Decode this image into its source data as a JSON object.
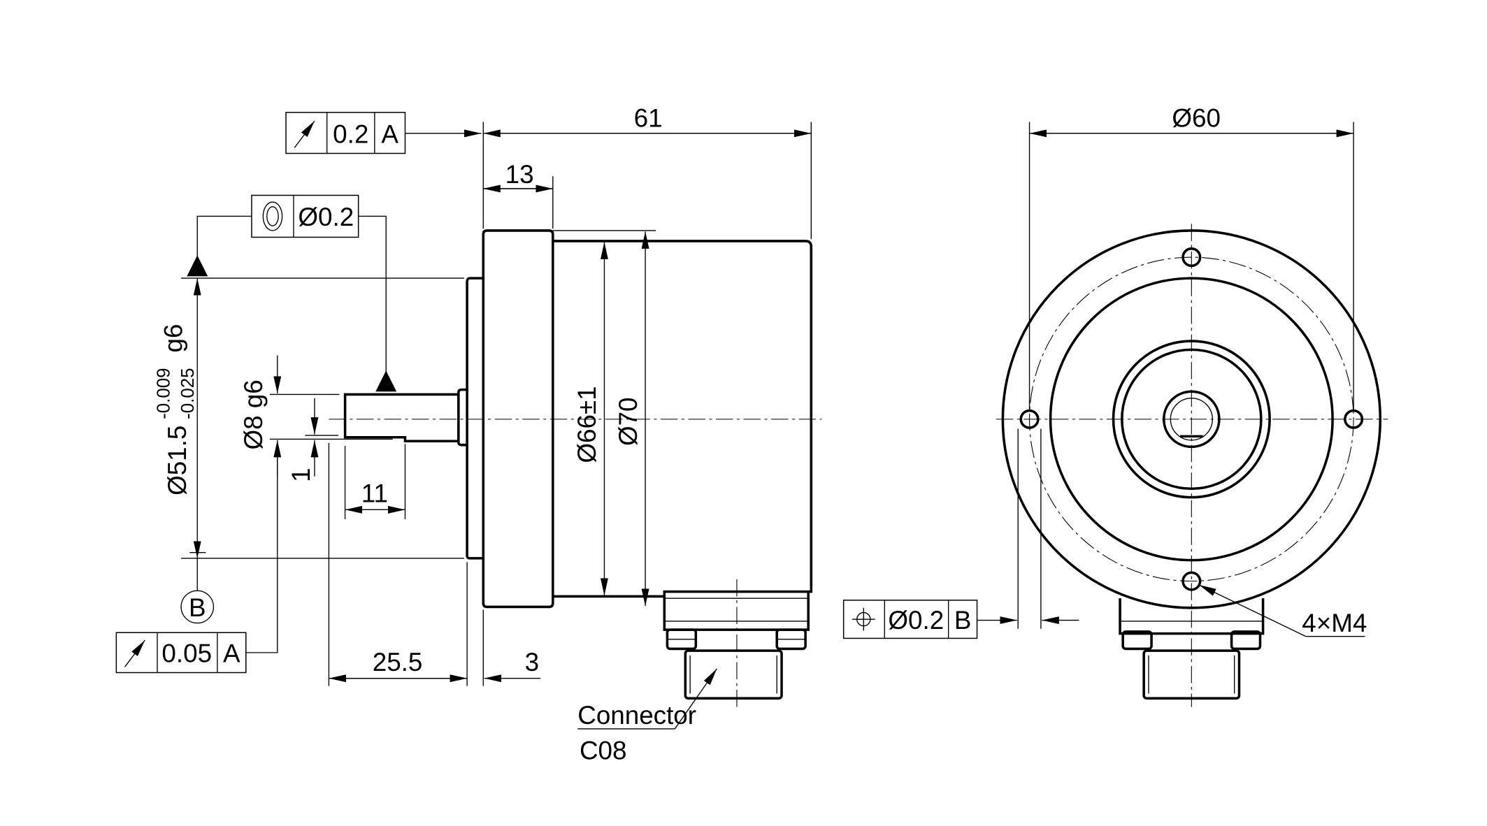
{
  "side_view": {
    "dim_length_total": "61",
    "dim_flange_width": "13",
    "dim_shaft_length": "25.5",
    "dim_pilot_length": "3",
    "dim_key_length": "11",
    "dim_flat_depth": "1",
    "dim_shaft_diameter": "Ø8 g6",
    "dim_pilot_diameter": "Ø51.5",
    "dim_pilot_tol_upper": "-0.009",
    "dim_pilot_tol_lower": "-0.025",
    "dim_pilot_fit": "g6",
    "dim_body_diameter": "Ø66±1",
    "dim_flange_diameter": "Ø70",
    "runout_frame_top": {
      "symbol": "runout",
      "value": "0.2",
      "datum": "A"
    },
    "concentricity_frame": {
      "symbol": "concentricity",
      "value": "Ø0.2"
    },
    "runout_frame_bottom": {
      "symbol": "runout",
      "value": "0.05",
      "datum": "A"
    },
    "datum_label": "B",
    "connector_label": "Connector",
    "connector_type": "C08"
  },
  "front_view": {
    "dim_bolt_circle": "Ø60",
    "position_frame": {
      "symbol": "position",
      "value": "Ø0.2",
      "datum": "B"
    },
    "holes_label": "4×M4"
  }
}
